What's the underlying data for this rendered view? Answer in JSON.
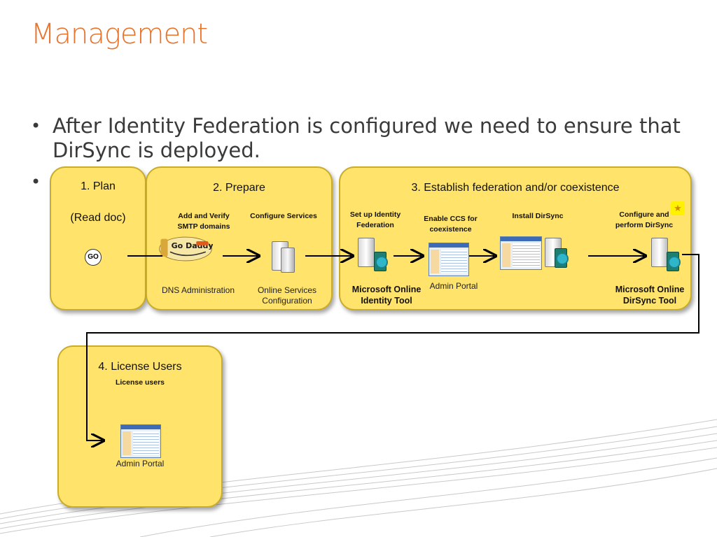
{
  "title": "Management",
  "bullets": [
    {
      "dot": "•",
      "line1": "After Identity Federation is configured we need to ensure that",
      "line2": "DirSync is deployed."
    },
    {
      "dot": "•",
      "line1": "",
      "line2": ""
    }
  ],
  "panels": {
    "plan": {
      "title": "1. Plan",
      "subtitle": "(Read doc)",
      "go_label": "GO"
    },
    "prepare": {
      "title": "2. Prepare",
      "steps": [
        "Add and Verify SMTP domains",
        "Configure Services"
      ],
      "captions": [
        "DNS Administration",
        "Online Services Configuration"
      ],
      "logo_text": "Go Daddy"
    },
    "establish": {
      "title": "3. Establish  federation and/or coexistence",
      "steps": [
        "Set up Identity Federation",
        "Enable CCS for coexistence",
        "Install DirSync",
        "Configure and perform DirSync"
      ],
      "captions": [
        "Microsoft Online Identity Tool",
        "Admin Portal",
        "Microsoft Online DirSync Tool"
      ],
      "star": "★"
    },
    "license": {
      "title": "4. License Users",
      "step": "License users",
      "caption": "Admin Portal"
    }
  },
  "colors": {
    "accent": "#e8732a",
    "panel": "#ffe36a",
    "panel_border": "#c9ac2a"
  }
}
